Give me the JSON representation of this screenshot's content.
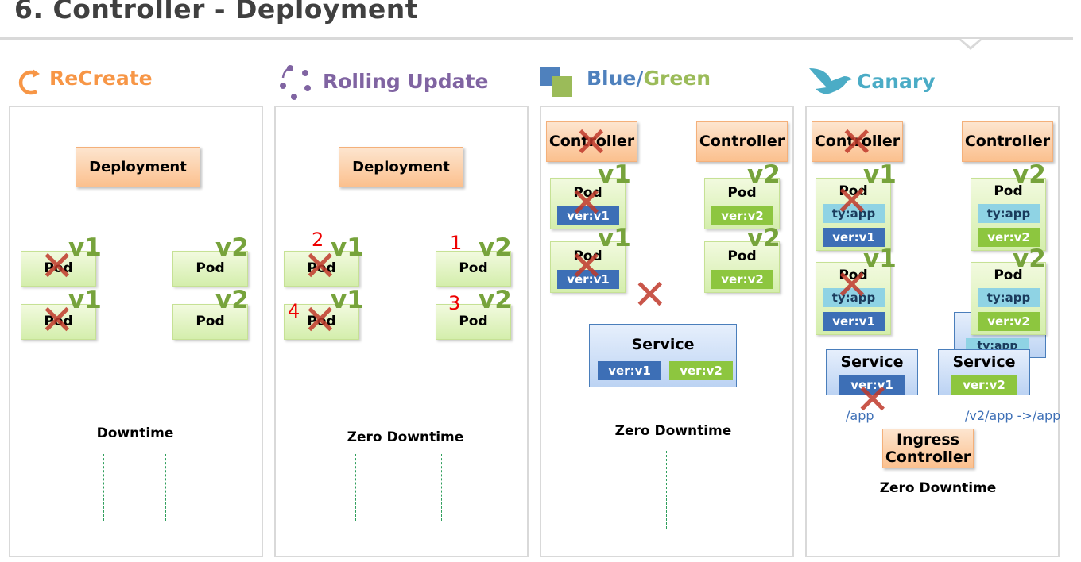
{
  "title": "6. Controller - Deployment",
  "recreate": {
    "heading": "ReCreate",
    "deployment": "Deployment",
    "pod": "Pod",
    "v1": "v1",
    "v2": "v2",
    "caption": "Downtime"
  },
  "rolling": {
    "heading": "Rolling Update",
    "deployment": "Deployment",
    "pod": "Pod",
    "v1": "v1",
    "v2": "v2",
    "steps": [
      "1",
      "2",
      "3",
      "4"
    ],
    "caption": "Zero Downtime"
  },
  "bluegreen": {
    "heading_blue": "Blue",
    "heading_sep": "/",
    "heading_green": "Green",
    "controller": "Controller",
    "pod": "Pod",
    "v1": "v1",
    "v2": "v2",
    "ver_v1": "ver:v1",
    "ver_v2": "ver:v2",
    "service": "Service",
    "caption": "Zero Downtime"
  },
  "canary": {
    "heading": "Canary",
    "controller": "Controller",
    "pod": "Pod",
    "v1": "v1",
    "v2": "v2",
    "ty_app": "ty:app",
    "ver_v1": "ver:v1",
    "ver_v2": "ver:v2",
    "service": "Service",
    "path_v1": "/app",
    "path_v2_old": "/v2/app",
    "path_v2_new": " ->/app",
    "ingress_line1": "Ingress",
    "ingress_line2": "Controller",
    "caption": "Zero Downtime"
  },
  "colors": {
    "recreate": "#f79646",
    "rolling": "#8064a2",
    "blue": "#4f81bd",
    "green": "#9bbb59",
    "canary": "#4bacc6"
  }
}
